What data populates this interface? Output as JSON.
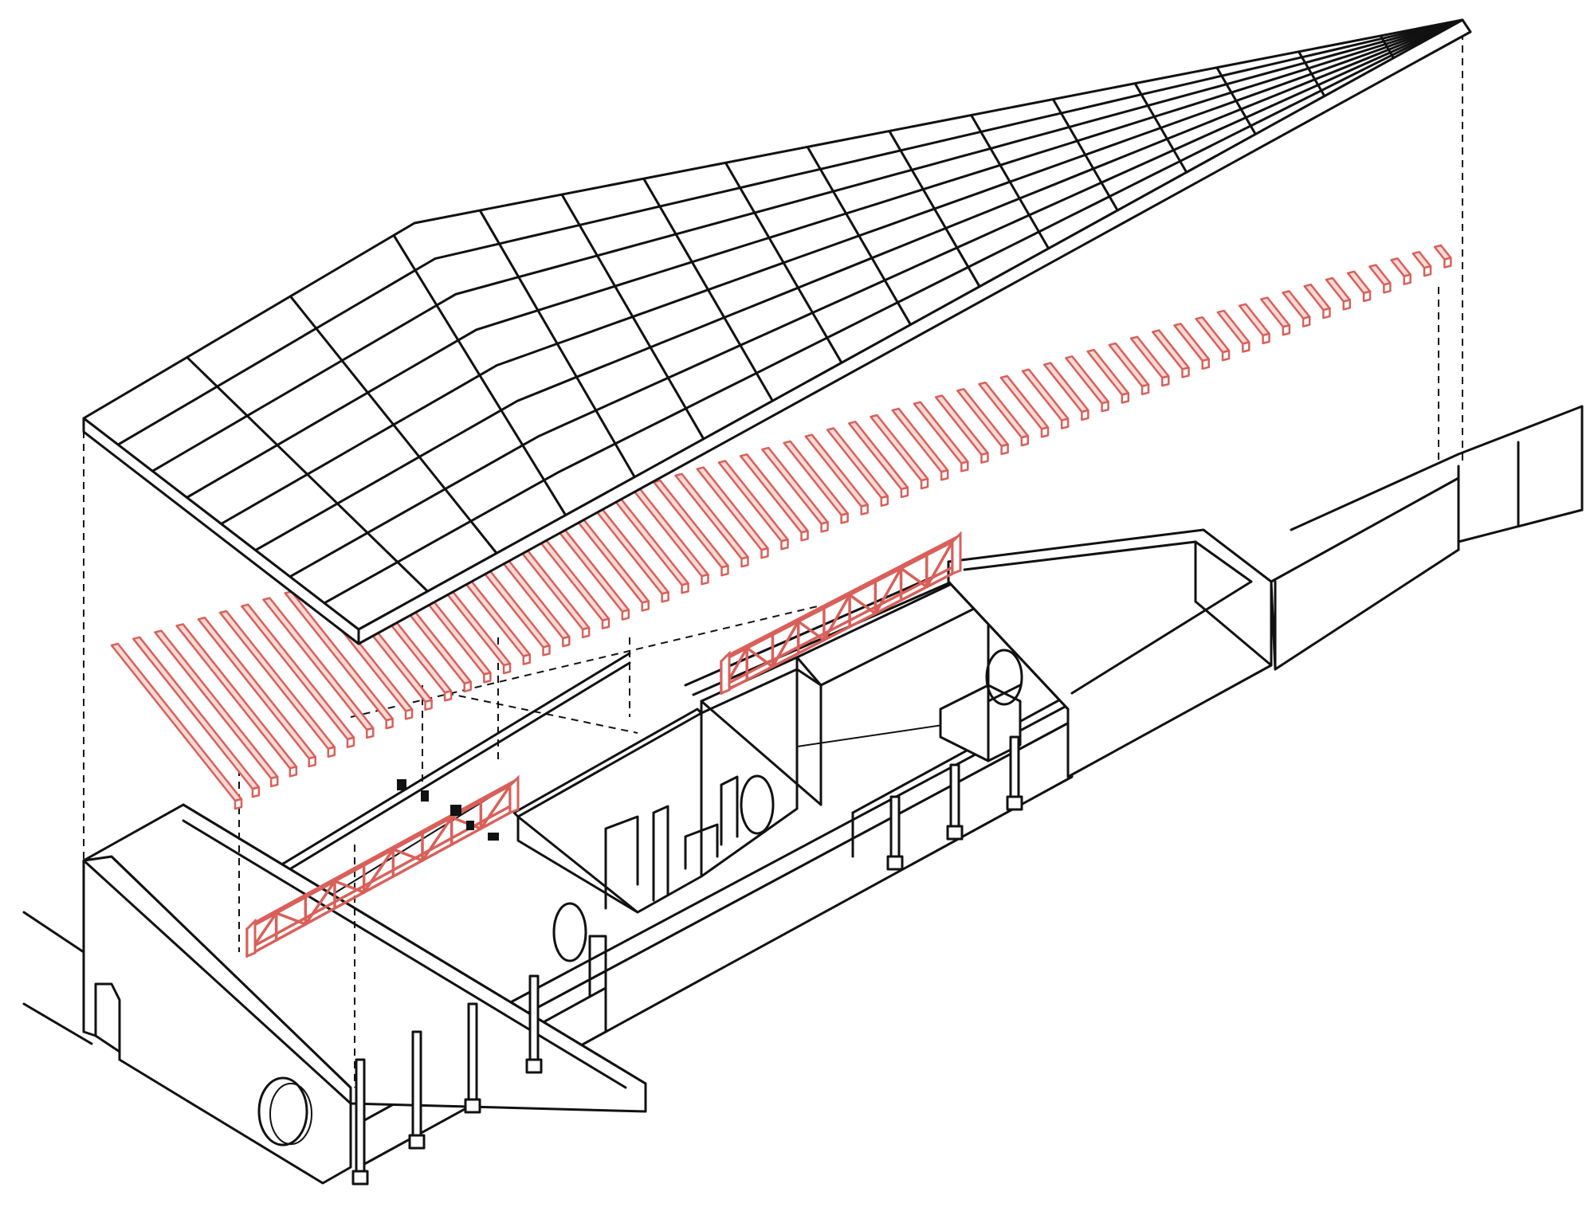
{
  "colors": {
    "background": "#ffffff",
    "line": "#111111",
    "structure_accent": "#d9605a",
    "structure_fill": "#f6d9d6"
  },
  "diagram": {
    "type": "exploded-axonometric",
    "layers": [
      {
        "name": "roof-panel-grid",
        "color": "#111111",
        "grid_rows": 8,
        "grid_cols": 16
      },
      {
        "name": "roof-joists",
        "color": "#d9605a",
        "count": 62
      },
      {
        "name": "trusses",
        "color": "#d9605a",
        "count": 2
      },
      {
        "name": "walls-and-columns",
        "color": "#111111"
      }
    ]
  }
}
